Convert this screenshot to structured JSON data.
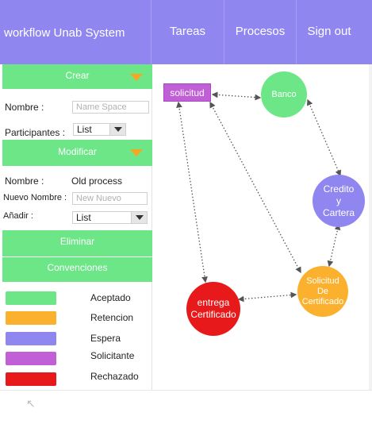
{
  "header": {
    "brand": "workflow Unab System",
    "nav": [
      "Tareas",
      "Procesos",
      "Sign out"
    ],
    "color": "#8f86f0"
  },
  "sidebar": {
    "crear": {
      "title": "Crear",
      "nombre_label": "Nombre :",
      "nombre_placeholder": "Name Space",
      "participantes_label": "Participantes :",
      "participantes_value": "List"
    },
    "modificar": {
      "title": "Modificar",
      "nombre_label": "Nombre :",
      "nombre_value": "Old  process",
      "nuevo_label": "Nuevo Nombre :",
      "nuevo_placeholder": "New Nuevo",
      "anadir_label": "Añadir :",
      "anadir_value": "List"
    },
    "eliminar": {
      "title": "Eliminar"
    },
    "convenciones": {
      "title": "Convenciones",
      "items": [
        {
          "label": "Aceptado",
          "color": "#6ce687"
        },
        {
          "label": "Retencion",
          "color": "#fbb12e"
        },
        {
          "label": "Espera",
          "color": "#8f86f0"
        },
        {
          "label": "Solicitante",
          "color": "#c05fd6"
        },
        {
          "label": "Rechazado",
          "color": "#e8191a"
        }
      ]
    },
    "accent": "#6ce687",
    "caret_color": "#f5a623"
  },
  "diagram": {
    "nodes": {
      "solicitud": "solicitud",
      "banco": "Banco",
      "credito": "Credito\ny\nCartera",
      "solicitud_cert": "Solicitud\nDe\nCertificado",
      "entrega": "entrega\nCertificado"
    }
  },
  "icons": {
    "resize": "resize-arrow-icon"
  }
}
